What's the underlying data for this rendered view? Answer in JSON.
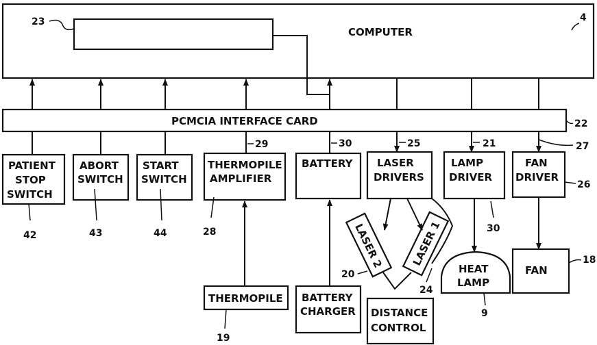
{
  "computer": {
    "label": "COMPUTER",
    "ref": "4",
    "inner_ref": "23"
  },
  "interface_card": {
    "label": "PCMCIA  INTERFACE  CARD",
    "ref": "22"
  },
  "blocks": {
    "patient_stop": {
      "lines": [
        "PATIENT",
        "STOP",
        "SWITCH"
      ],
      "ref": "42"
    },
    "abort": {
      "lines": [
        "ABORT",
        "SWITCH"
      ],
      "ref": "43"
    },
    "start": {
      "lines": [
        "START",
        "SWITCH"
      ],
      "ref": "44"
    },
    "thermopile_amp": {
      "lines": [
        "THERMOPILE",
        "AMPLIFIER"
      ],
      "ref": "28",
      "ref2": "29"
    },
    "battery": {
      "lines": [
        "BATTERY"
      ],
      "ref": "30"
    },
    "laser_drivers": {
      "lines": [
        "LASER",
        "DRIVERS"
      ],
      "ref": "25"
    },
    "lamp_driver": {
      "lines": [
        "LAMP",
        "DRIVER"
      ],
      "ref": "21",
      "ref2": "30"
    },
    "fan_driver": {
      "lines": [
        "FAN",
        "DRIVER"
      ],
      "ref": "26",
      "ref2": "27"
    },
    "thermopile": {
      "lines": [
        "THERMOPILE"
      ],
      "ref": "19"
    },
    "battery_charger": {
      "lines": [
        "BATTERY",
        "CHARGER"
      ]
    },
    "distance_control": {
      "lines": [
        "DISTANCE",
        "CONTROL"
      ]
    },
    "laser1": {
      "label": "LASER 1",
      "ref": "24"
    },
    "laser2": {
      "label": "LASER 2",
      "ref": "20"
    },
    "heat_lamp": {
      "lines": [
        "HEAT",
        "LAMP"
      ],
      "ref": "9"
    },
    "fan": {
      "lines": [
        "FAN"
      ],
      "ref": "18"
    }
  }
}
